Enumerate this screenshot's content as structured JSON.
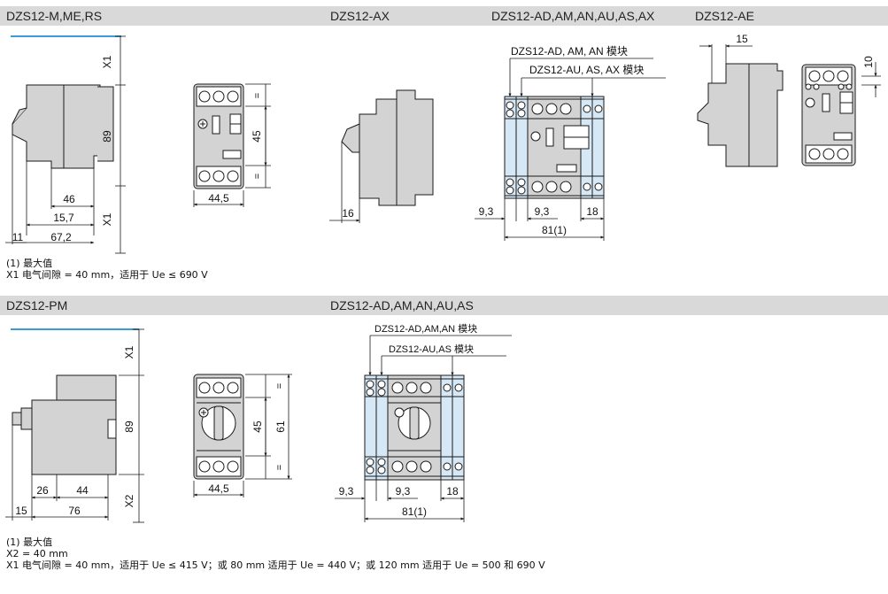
{
  "section1": {
    "headers": [
      "DZS12-M,ME,RS",
      "DZS12-AX",
      "DZS12-AD,AM,AN,AU,AS,AX",
      "DZS12-AE"
    ],
    "side_dims": {
      "x1_top": "X1",
      "d89": "89",
      "x1_bottom": "X1",
      "d46": "46",
      "d15_7": "15,7",
      "d11": "11",
      "d67_2": "67,2"
    },
    "front_dims": {
      "eq": "=",
      "d45": "45",
      "d44_5": "44,5"
    },
    "ax_dims": {
      "d16": "16"
    },
    "module_labels": {
      "ad_am_an": "DZS12-AD, AM, AN 模块",
      "au_as_ax": "DZS12-AU, AS, AX 模块"
    },
    "module_dims": {
      "d9_3a": "9,3",
      "d9_3b": "9,3",
      "d18": "18",
      "d81": "81(1)"
    },
    "ae_dims": {
      "d15": "15",
      "d10": "10"
    },
    "notes": [
      "(1) 最大值",
      "X1 电气间隙 = 40 mm，适用于 Ue ≤ 690 V"
    ]
  },
  "section2": {
    "headers": [
      "DZS12-PM",
      "DZS12-AD,AM,AN,AU,AS"
    ],
    "side_dims": {
      "x1": "X1",
      "d89": "89",
      "x2": "X2",
      "d26": "26",
      "d44": "44",
      "d15": "15",
      "d76": "76"
    },
    "front_dims": {
      "eq": "=",
      "d45": "45",
      "d61": "61",
      "d44_5": "44,5"
    },
    "module_labels": {
      "ad_am_an": "DZS12-AD,AM,AN 模块",
      "au_as": "DZS12-AU,AS 模块"
    },
    "module_dims": {
      "d9_3a": "9,3",
      "d9_3b": "9,3",
      "d18": "18",
      "d81": "81(1)"
    },
    "notes": [
      "(1) 最大值",
      "X2 = 40 mm",
      "X1 电气间隙 = 40 mm，适用于 Ue ≤ 415 V；或 80 mm 适用于 Ue = 440 V；或 120 mm 适用于 Ue = 500 和 690 V"
    ]
  },
  "colors": {
    "header_bg": "#d9d9d9",
    "body_fill": "#d3d3d3",
    "module_fill": "#d6e8f5",
    "accent_line": "#3c9ad6",
    "stroke": "#1a1a1a"
  }
}
